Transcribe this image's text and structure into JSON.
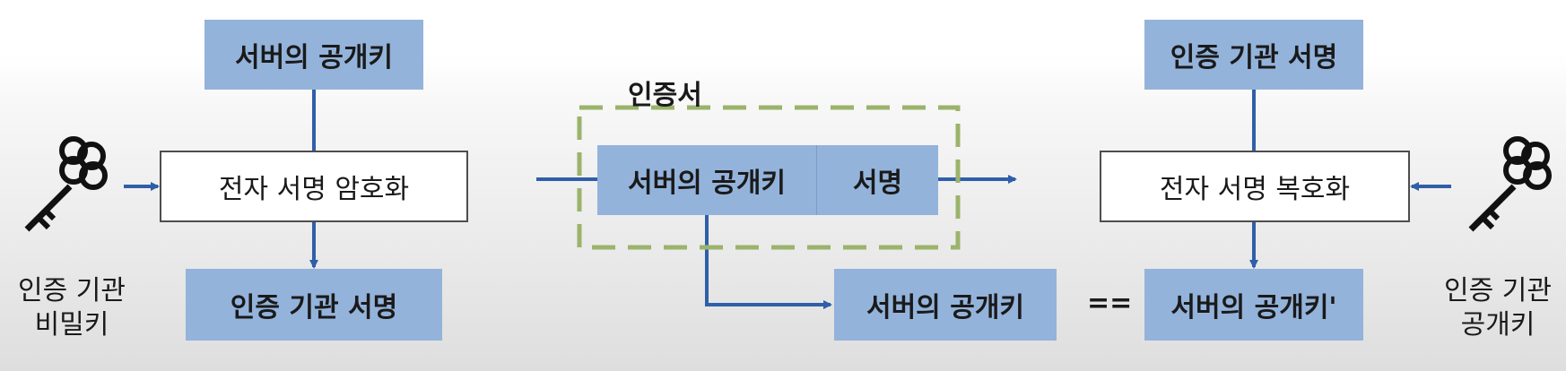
{
  "left": {
    "server_public_key": "서버의 공개키",
    "encrypt": "전자 서명 암호화",
    "ca_signature": "인증 기관 서명",
    "ca_private_key_line1": "인증 기관",
    "ca_private_key_line2": "비밀키",
    "key_icon": "key-icon"
  },
  "center": {
    "certificate_label": "인증서",
    "cert_public_key": "서버의 공개키",
    "cert_signature": "서명",
    "output_public_key": "서버의 공개키",
    "equals": "=="
  },
  "right": {
    "ca_signature": "인증 기관 서명",
    "decrypt": "전자 서명 복호화",
    "result_public_key": "서버의 공개키'",
    "ca_public_key_line1": "인증 기관",
    "ca_public_key_line2": "공개키",
    "key_icon": "key-icon"
  },
  "colors": {
    "box_blue": "#93b3db",
    "arrow_blue": "#2f5fa8",
    "dashed_green": "#9bb36b"
  }
}
